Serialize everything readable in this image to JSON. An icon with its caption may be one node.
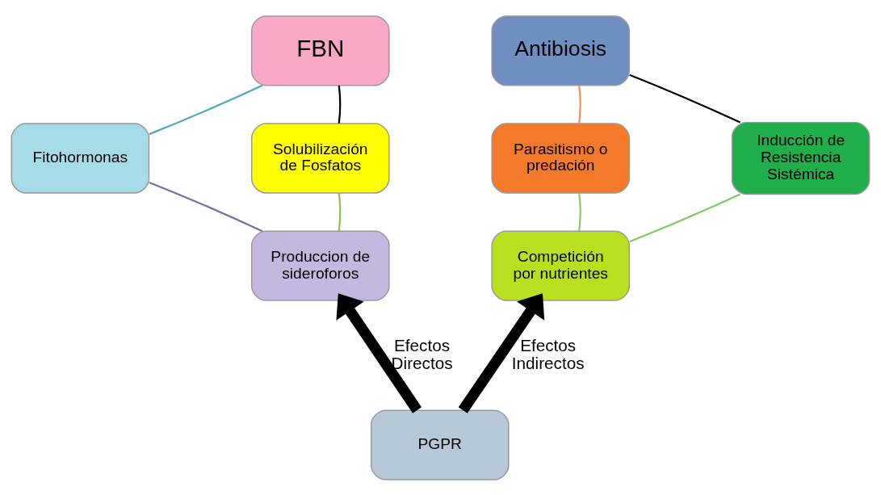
{
  "diagram": {
    "nodes": [
      {
        "text": [
          "FBN"
        ]
      },
      {
        "text": [
          "Fitohormonas"
        ]
      },
      {
        "text": [
          "Solubilización de Fosfatos"
        ]
      },
      {
        "text": [
          "Produccion de sideroforos"
        ]
      },
      {
        "text": [
          "Antibiosis"
        ]
      },
      {
        "text": [
          "Parasitismo o predación"
        ]
      },
      {
        "text": [
          "Inducción de Resistencia Sistémica"
        ]
      },
      {
        "text": [
          "Competición por nutrientes"
        ]
      },
      {
        "text": [
          "PGPR"
        ]
      }
    ],
    "edges": [
      {
        "from": 0,
        "to": 2,
        "arrow": "none",
        "color": "#000000"
      },
      {
        "from": 2,
        "to": 3,
        "arrow": "none",
        "color": "#8fc050"
      },
      {
        "from": 3,
        "to": 1,
        "arrow": "none",
        "color": "#7a6aa0"
      },
      {
        "from": 1,
        "to": 0,
        "arrow": "none",
        "color": "#4aa8b8"
      },
      {
        "from": 4,
        "to": 6,
        "arrow": "none",
        "color": "#000000"
      },
      {
        "from": 6,
        "to": 7,
        "arrow": "none",
        "color": "#7acc60"
      },
      {
        "from": 7,
        "to": 5,
        "arrow": "none",
        "color": "#90c860"
      },
      {
        "from": 5,
        "to": 4,
        "arrow": "none",
        "color": "#f09060"
      },
      {
        "from": 8,
        "to": 3,
        "arrow": "to",
        "style": "thick",
        "label": "Efectos Directos"
      },
      {
        "from": 8,
        "to": 7,
        "arrow": "to",
        "style": "thick",
        "label": "Efectos Indirectos"
      }
    ]
  }
}
